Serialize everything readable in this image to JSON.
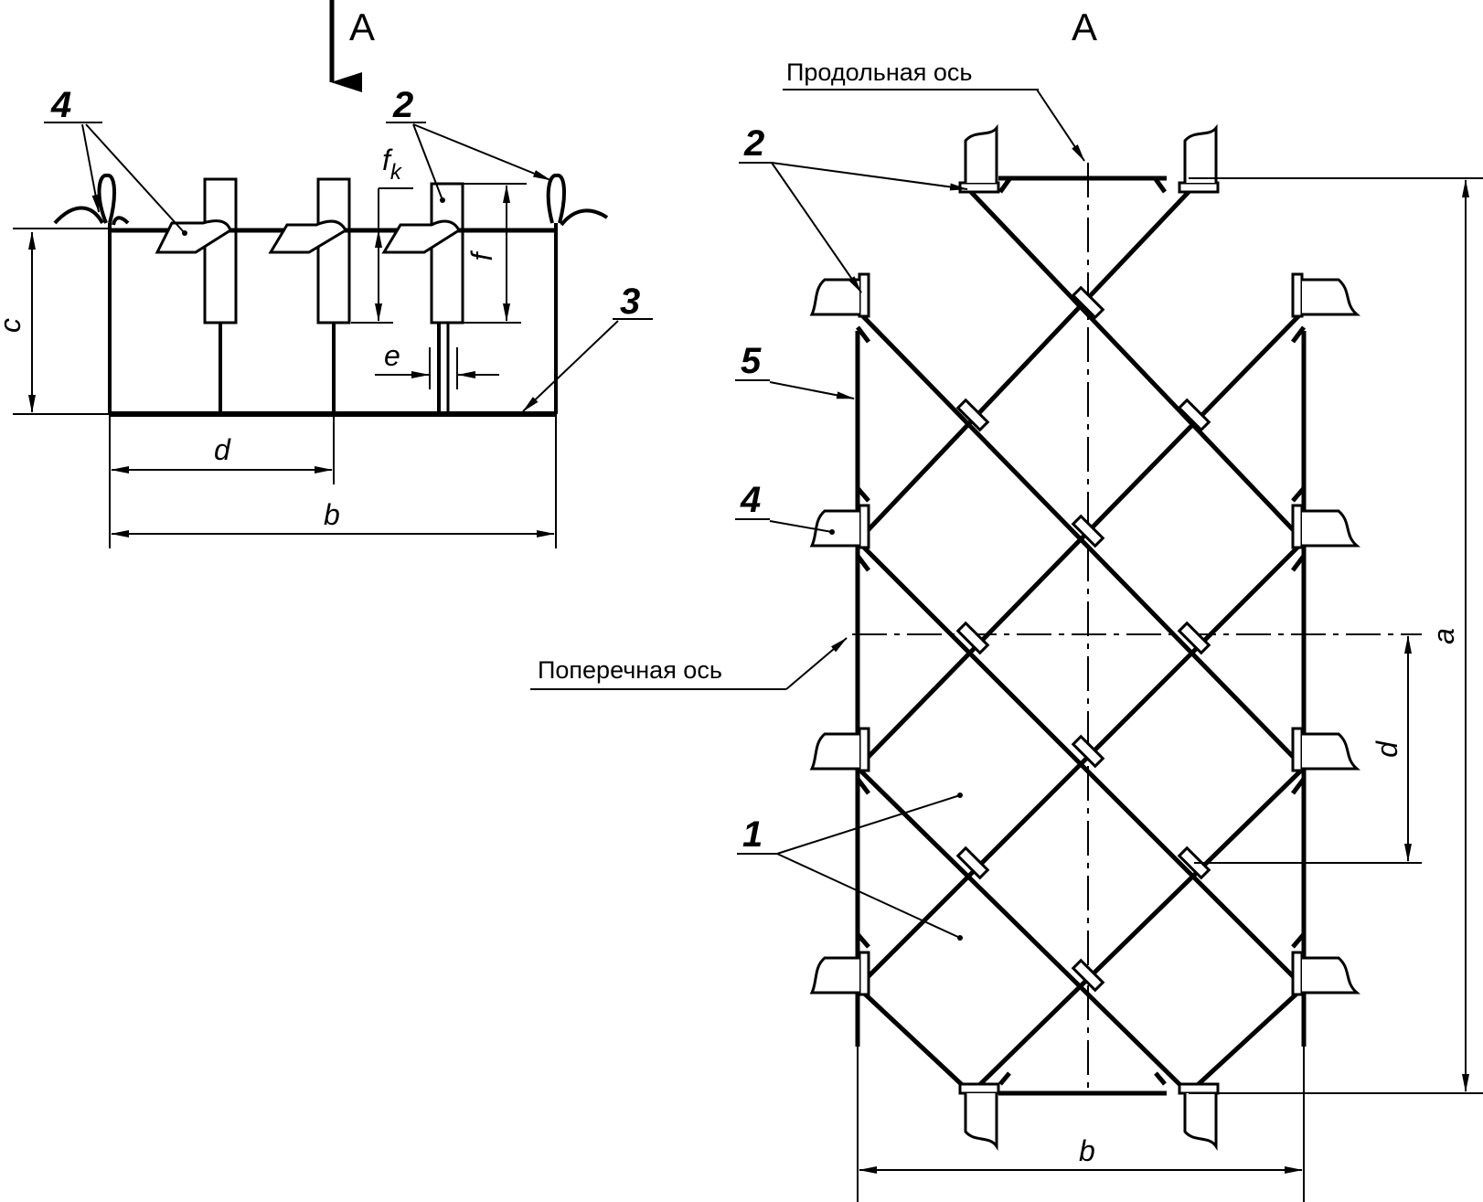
{
  "view_marker": "А",
  "side_view": {
    "callouts": {
      "flap": "4",
      "pocket": "2",
      "bottom": "3"
    },
    "dims": {
      "c": "c",
      "f": "f",
      "fk_f": "f",
      "fk_sub": "k",
      "e": "e",
      "d": "d",
      "b": "b"
    }
  },
  "plan_view": {
    "longitudinal_axis": "Продольная ось",
    "transverse_axis": "Поперечная ось",
    "callouts": {
      "pocket": "2",
      "frame": "5",
      "flap": "4",
      "cells": "1"
    },
    "dims": {
      "a": "a",
      "b": "b",
      "d": "d"
    }
  },
  "colors": {
    "line": "#000000",
    "background": "#ffffff"
  }
}
